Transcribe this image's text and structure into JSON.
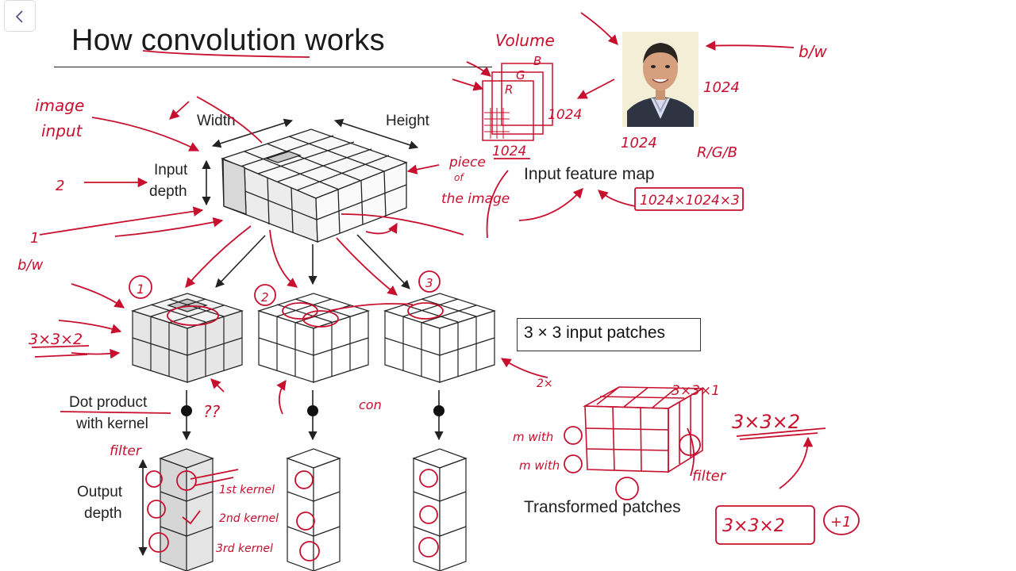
{
  "nav": {
    "back_icon": "chevron-left-icon"
  },
  "slide": {
    "title": "How convolution works",
    "labels": {
      "width": "Width",
      "height": "Height",
      "input_depth_1": "Input",
      "input_depth_2": "depth",
      "input_feature_map": "Input feature map",
      "dot_product_1": "Dot product",
      "dot_product_2": "with kernel",
      "output_depth_1": "Output",
      "output_depth_2": "depth",
      "input_patches": "3 × 3 input patches",
      "transformed_patches": "Transformed patches"
    }
  },
  "annotations": {
    "image_input_1": "image",
    "image_input_2": "input",
    "two": "2",
    "one": "1",
    "bw_left": "b/w",
    "shape_3x3x2": "3×3×2",
    "volume": "Volume",
    "B": "B",
    "G": "G",
    "R": "R",
    "n1024_a": "1024",
    "n1024_b": "1024",
    "n1024_c": "1024",
    "n1024_d": "1024",
    "bw_right": "b/w",
    "rgb": "R/G/B",
    "piece_1": "piece",
    "piece_2": "of",
    "piece_3": "the image",
    "shape_box": "1024×1024×3",
    "c1": "1",
    "c2": "2",
    "c3": "3",
    "question": "??",
    "filter_left": "filter",
    "con": "con",
    "twox": "2×",
    "k1": "1st kernel",
    "k2": "2nd kernel",
    "k3": "3rd kernel",
    "m_with_1": "m with",
    "m_with_2": "m with",
    "shape_3x3x1": "3×3×1",
    "shape_3x3x2_right": "3×3×2",
    "filter_right": "filter",
    "shape_3x3x2_box": "3×3×2",
    "plus1": "+1"
  },
  "colors": {
    "ink": "#c8102e",
    "line": "#222222",
    "shade": "#d9d9d9",
    "face_light": "#ffffff",
    "face_grey": "#ececec"
  }
}
